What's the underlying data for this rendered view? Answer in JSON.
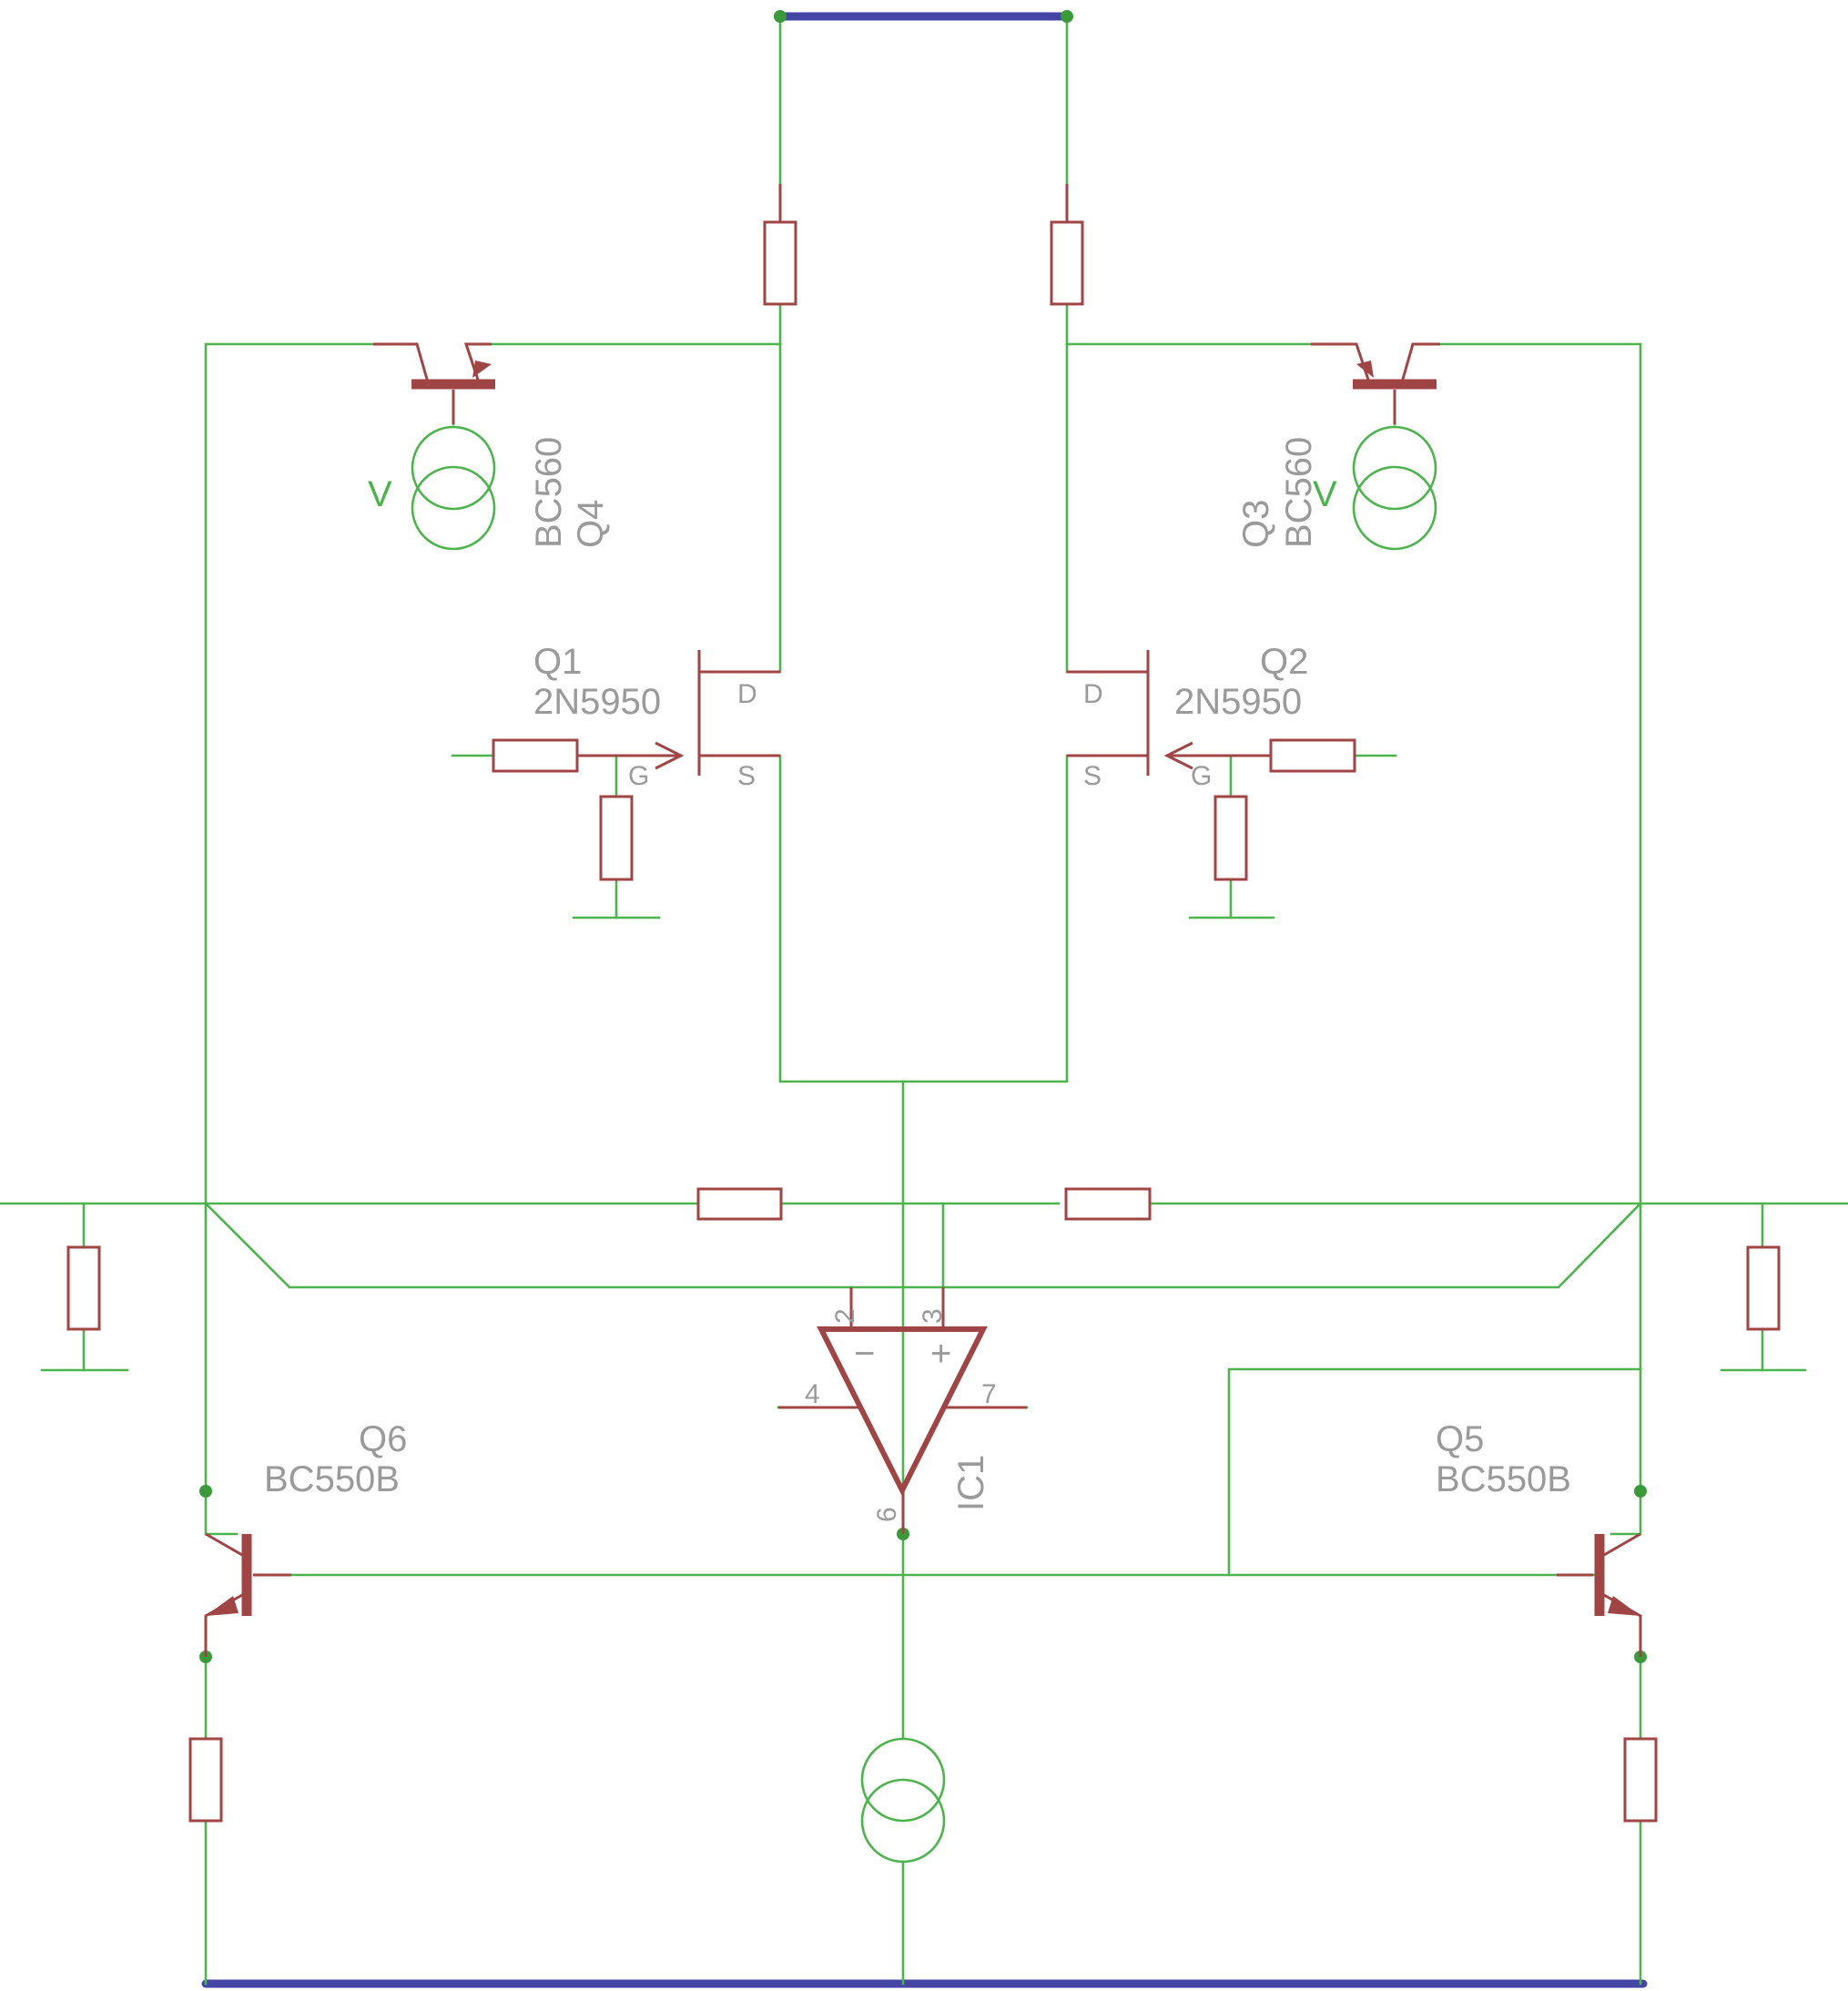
{
  "components": {
    "q1": {
      "name": "Q1",
      "value": "2N5950",
      "pin_d": "D",
      "pin_s": "S",
      "pin_g": "G"
    },
    "q2": {
      "name": "Q2",
      "value": "2N5950",
      "pin_d": "D",
      "pin_s": "S",
      "pin_g": "G"
    },
    "q3": {
      "name": "Q3",
      "value": "BC560",
      "source_label": "V"
    },
    "q4": {
      "name": "Q4",
      "value": "BC560",
      "source_label": "V"
    },
    "q5": {
      "name": "Q5",
      "value": "BC550B"
    },
    "q6": {
      "name": "Q6",
      "value": "BC550B"
    },
    "ic1": {
      "name": "IC1",
      "pin2": "2",
      "pin3": "3",
      "pin4": "4",
      "pin6": "6",
      "pin7": "7",
      "minus": "−",
      "plus": "+"
    }
  },
  "colors": {
    "wire": "#4db34d",
    "component": "#a04545",
    "bus": "#4545a5",
    "label": "#9a9a9a",
    "junction": "#3a9a3a"
  }
}
